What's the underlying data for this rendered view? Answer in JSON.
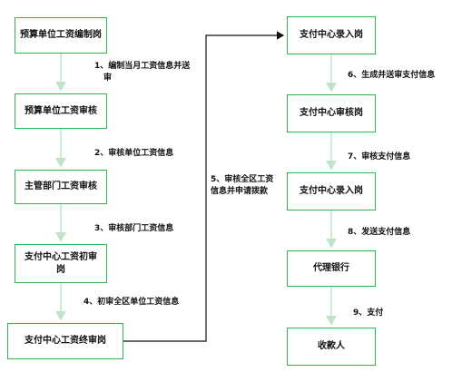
{
  "nodes": {
    "n1": "预算单位工资编制岗",
    "n2": "预算单位工资审核",
    "n3": "主管部门工资审核",
    "n4a": "支付中心工资初审",
    "n4b": "岗",
    "n5": "支付中心工资终审岗",
    "r1": "支付中心录入岗",
    "r2": "支付中心审核岗",
    "r3": "支付中心录入岗",
    "r4": "代理银行",
    "r5": "收款人"
  },
  "labels": {
    "l1a": "1、编制当月工资信息并送",
    "l1b": "审",
    "l2": "2、审核单位工资信息",
    "l3": "3、审核部门工资信息",
    "l4": "4、初审全区单位工资信息",
    "l5a": "5、审核全区工资",
    "l5b": "信息并申请拨款",
    "l6": "6、生成并送审支付信息",
    "l7": "7、审核支付信息",
    "l8": "8、发送支付信息",
    "l9": "9、支付"
  },
  "colors": {
    "box_border": "#2fb24a",
    "arrow_light": "#bfe3c7",
    "arrow_dark": "#111111"
  }
}
